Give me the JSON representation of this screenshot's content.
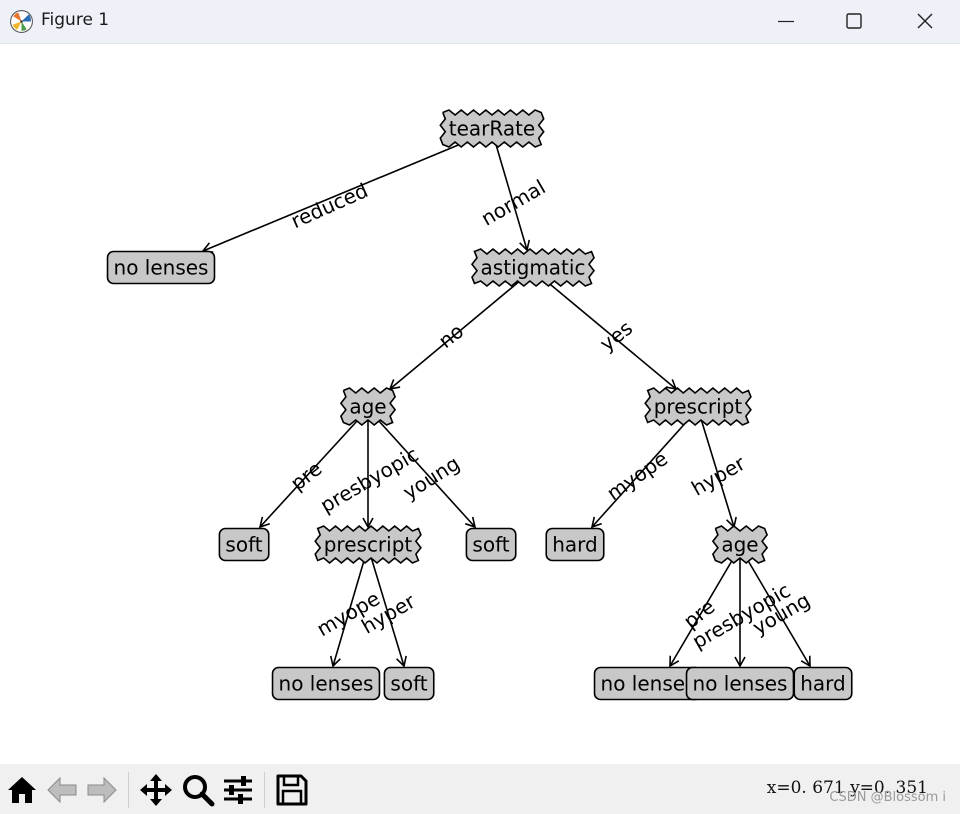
{
  "window": {
    "title": "Figure 1"
  },
  "colors": {
    "box_fill": "#c8c8c8",
    "box_stroke": "#000000",
    "line": "#000000"
  },
  "tree": {
    "nodes": [
      {
        "id": "n_tear",
        "label": "tearRate",
        "kind": "decision"
      },
      {
        "id": "n_nol1",
        "label": "no lenses",
        "kind": "leaf"
      },
      {
        "id": "n_astig",
        "label": "astigmatic",
        "kind": "decision"
      },
      {
        "id": "n_age1",
        "label": "age",
        "kind": "decision"
      },
      {
        "id": "n_pres1",
        "label": "prescript",
        "kind": "decision"
      },
      {
        "id": "n_soft1",
        "label": "soft",
        "kind": "leaf"
      },
      {
        "id": "n_pres2",
        "label": "prescript",
        "kind": "decision"
      },
      {
        "id": "n_soft2",
        "label": "soft",
        "kind": "leaf"
      },
      {
        "id": "n_hard1",
        "label": "hard",
        "kind": "leaf"
      },
      {
        "id": "n_age2",
        "label": "age",
        "kind": "decision"
      },
      {
        "id": "n_nol2",
        "label": "no lenses",
        "kind": "leaf"
      },
      {
        "id": "n_soft3",
        "label": "soft",
        "kind": "leaf"
      },
      {
        "id": "n_nol3",
        "label": "no lenses",
        "kind": "leaf"
      },
      {
        "id": "n_nol4",
        "label": "no lenses",
        "kind": "leaf"
      },
      {
        "id": "n_hard2",
        "label": "hard",
        "kind": "leaf"
      }
    ],
    "edges": [
      {
        "from": "n_tear",
        "to": "n_nol1",
        "label": "reduced"
      },
      {
        "from": "n_tear",
        "to": "n_astig",
        "label": "normal"
      },
      {
        "from": "n_astig",
        "to": "n_age1",
        "label": "no"
      },
      {
        "from": "n_astig",
        "to": "n_pres1",
        "label": "yes"
      },
      {
        "from": "n_age1",
        "to": "n_soft1",
        "label": "pre"
      },
      {
        "from": "n_age1",
        "to": "n_pres2",
        "label": "presbyopic"
      },
      {
        "from": "n_age1",
        "to": "n_soft2",
        "label": "young"
      },
      {
        "from": "n_pres2",
        "to": "n_nol2",
        "label": "myope"
      },
      {
        "from": "n_pres2",
        "to": "n_soft3",
        "label": "hyper"
      },
      {
        "from": "n_pres1",
        "to": "n_hard1",
        "label": "myope"
      },
      {
        "from": "n_pres1",
        "to": "n_age2",
        "label": "hyper"
      },
      {
        "from": "n_age2",
        "to": "n_nol3",
        "label": "pre"
      },
      {
        "from": "n_age2",
        "to": "n_nol4",
        "label": "presbyopic"
      },
      {
        "from": "n_age2",
        "to": "n_hard2",
        "label": "young"
      }
    ]
  },
  "toolbar": {
    "buttons": [
      {
        "name": "home-button",
        "icon": "home-icon"
      },
      {
        "name": "back-button",
        "icon": "arrow-left-icon"
      },
      {
        "name": "forward-button",
        "icon": "arrow-right-icon"
      },
      {
        "name": "pan-button",
        "icon": "move-icon"
      },
      {
        "name": "zoom-button",
        "icon": "magnifier-icon"
      },
      {
        "name": "configure-subplots-button",
        "icon": "sliders-icon"
      },
      {
        "name": "save-button",
        "icon": "floppy-disk-icon"
      }
    ],
    "coords": "x=0. 671  y=0. 351",
    "watermark": "CSDN @Blossom i"
  }
}
